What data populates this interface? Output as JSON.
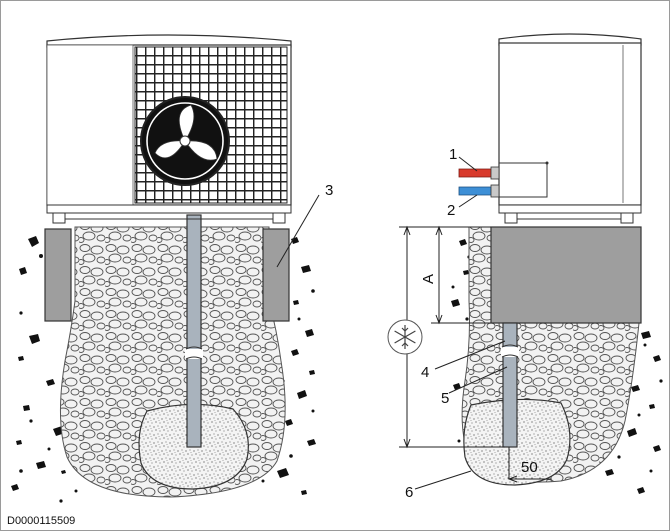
{
  "figure": {
    "document_id": "D0000115509",
    "callouts": [
      "1",
      "2",
      "3",
      "4",
      "5",
      "6"
    ],
    "dimension_a": "A",
    "dimension_50": "50",
    "colors": {
      "supply_pipe": "#d83a2c",
      "return_pipe": "#3d8fd6",
      "concrete_block": "#9e9e9e",
      "drain_pipe": "#a9b3bd",
      "gravel": "#e8e8e8",
      "sand": "#ececec"
    },
    "icons": {
      "frost": "snowflake-icon"
    }
  }
}
